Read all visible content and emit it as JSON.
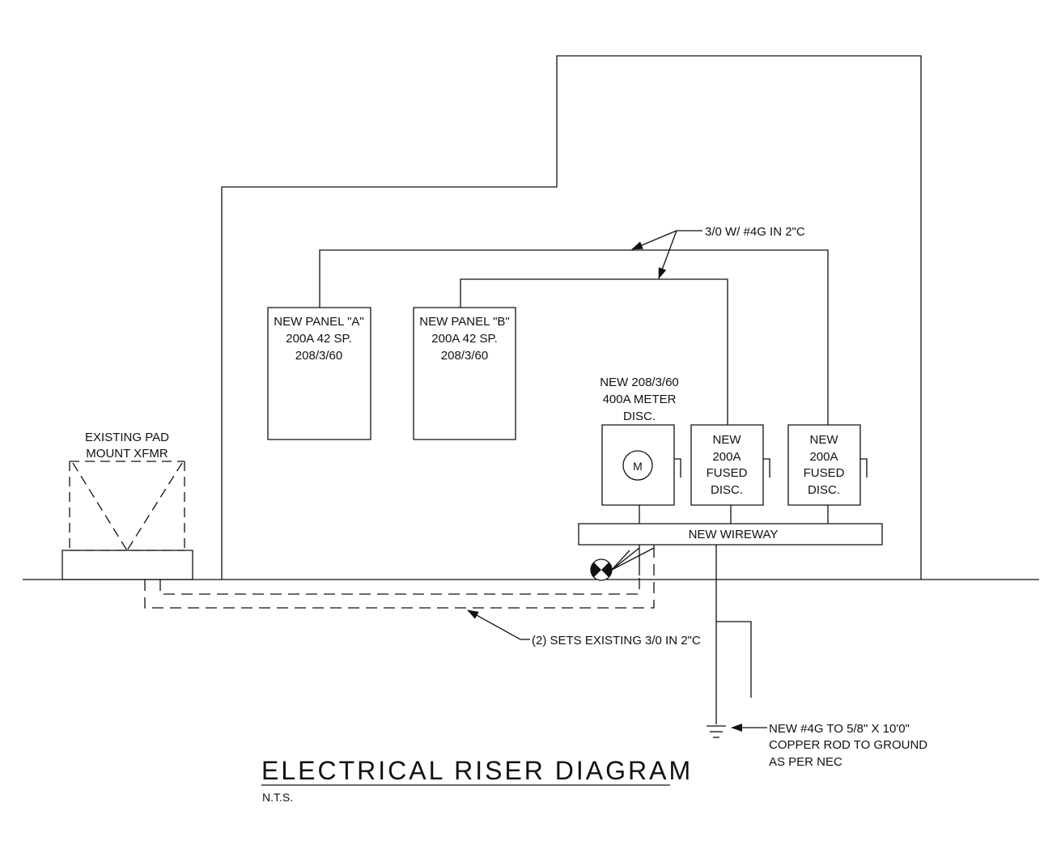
{
  "title": "ELECTRICAL RISER DIAGRAM",
  "scale_note": "N.T.S.",
  "transformer": {
    "line1": "EXISTING PAD",
    "line2": "MOUNT XFMR"
  },
  "panel_a": {
    "line1": "NEW PANEL \"A\"",
    "line2": "200A 42 SP.",
    "line3": "208/3/60"
  },
  "panel_b": {
    "line1": "NEW PANEL \"B\"",
    "line2": "200A 42 SP.",
    "line3": "208/3/60"
  },
  "meter": {
    "line1": "NEW 208/3/60",
    "line2": "400A METER",
    "line3": "DISC.",
    "symbol": "M"
  },
  "fused_disc_1": {
    "line1": "NEW",
    "line2": "200A",
    "line3": "FUSED",
    "line4": "DISC."
  },
  "fused_disc_2": {
    "line1": "NEW",
    "line2": "200A",
    "line3": "FUSED",
    "line4": "DISC."
  },
  "wireway": {
    "label": "NEW WIREWAY"
  },
  "callouts": {
    "feeder": "3/0 W/ #4G IN 2\"C",
    "service": "(2) SETS EXISTING 3/0 IN 2\"C",
    "ground_line1": "NEW #4G TO 5/8\" X 10'0\"",
    "ground_line2": "COPPER ROD TO GROUND",
    "ground_line3": "AS PER NEC"
  },
  "colors": {
    "line": "#111111",
    "background": "#ffffff"
  }
}
